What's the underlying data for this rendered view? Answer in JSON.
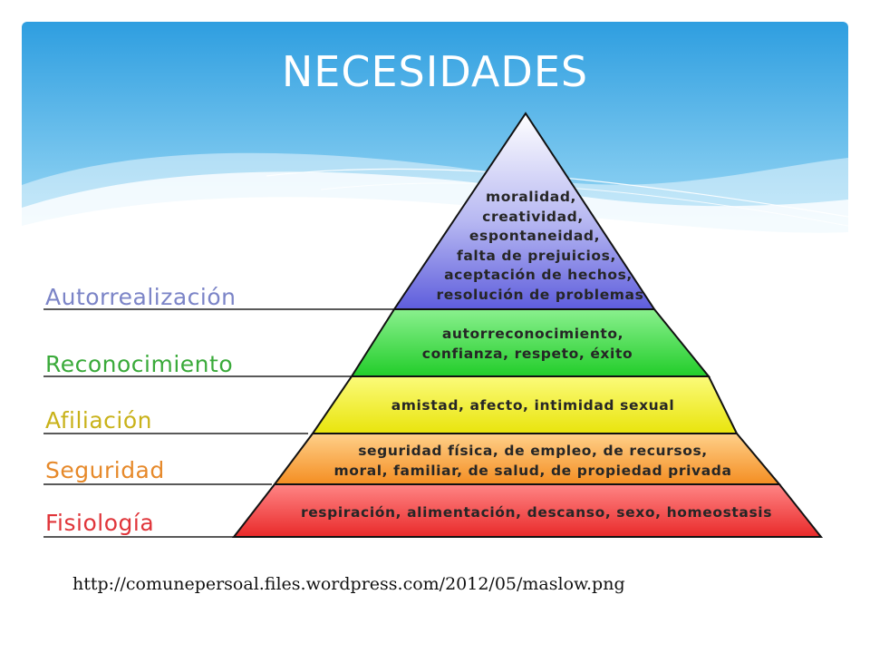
{
  "slide": {
    "title": "NECESIDADES",
    "source_url": "http://comunepersoal.files.wordpress.com/2012/05/maslow.png"
  },
  "colors": {
    "header_top": "#2e9ee0",
    "header_bottom": "#9fdcf7",
    "level_colors": [
      "#ef3b3b",
      "#f9a33a",
      "#f3f020",
      "#37d83c",
      "#6c6be0"
    ]
  },
  "pyramid": {
    "levels": [
      {
        "name": "Autorrealización",
        "label_color": "#7b84c7",
        "lines": [
          "moralidad,",
          "creatividad,",
          "espontaneidad,",
          "falta de prejuicios,",
          "aceptación de hechos,",
          "resolución de problemas"
        ]
      },
      {
        "name": "Reconocimiento",
        "label_color": "#3aaa3a",
        "lines": [
          "autorreconocimiento,",
          "confianza, respeto, éxito"
        ]
      },
      {
        "name": "Afiliación",
        "label_color": "#c9b21a",
        "lines": [
          "amistad, afecto, intimidad sexual"
        ]
      },
      {
        "name": "Seguridad",
        "label_color": "#e6892a",
        "lines": [
          "seguridad física, de empleo, de recursos,",
          "moral, familiar, de salud, de propiedad privada"
        ]
      },
      {
        "name": "Fisiología",
        "label_color": "#e0353a",
        "lines": [
          "respiración, alimentación, descanso, sexo, homeostasis"
        ]
      }
    ]
  }
}
